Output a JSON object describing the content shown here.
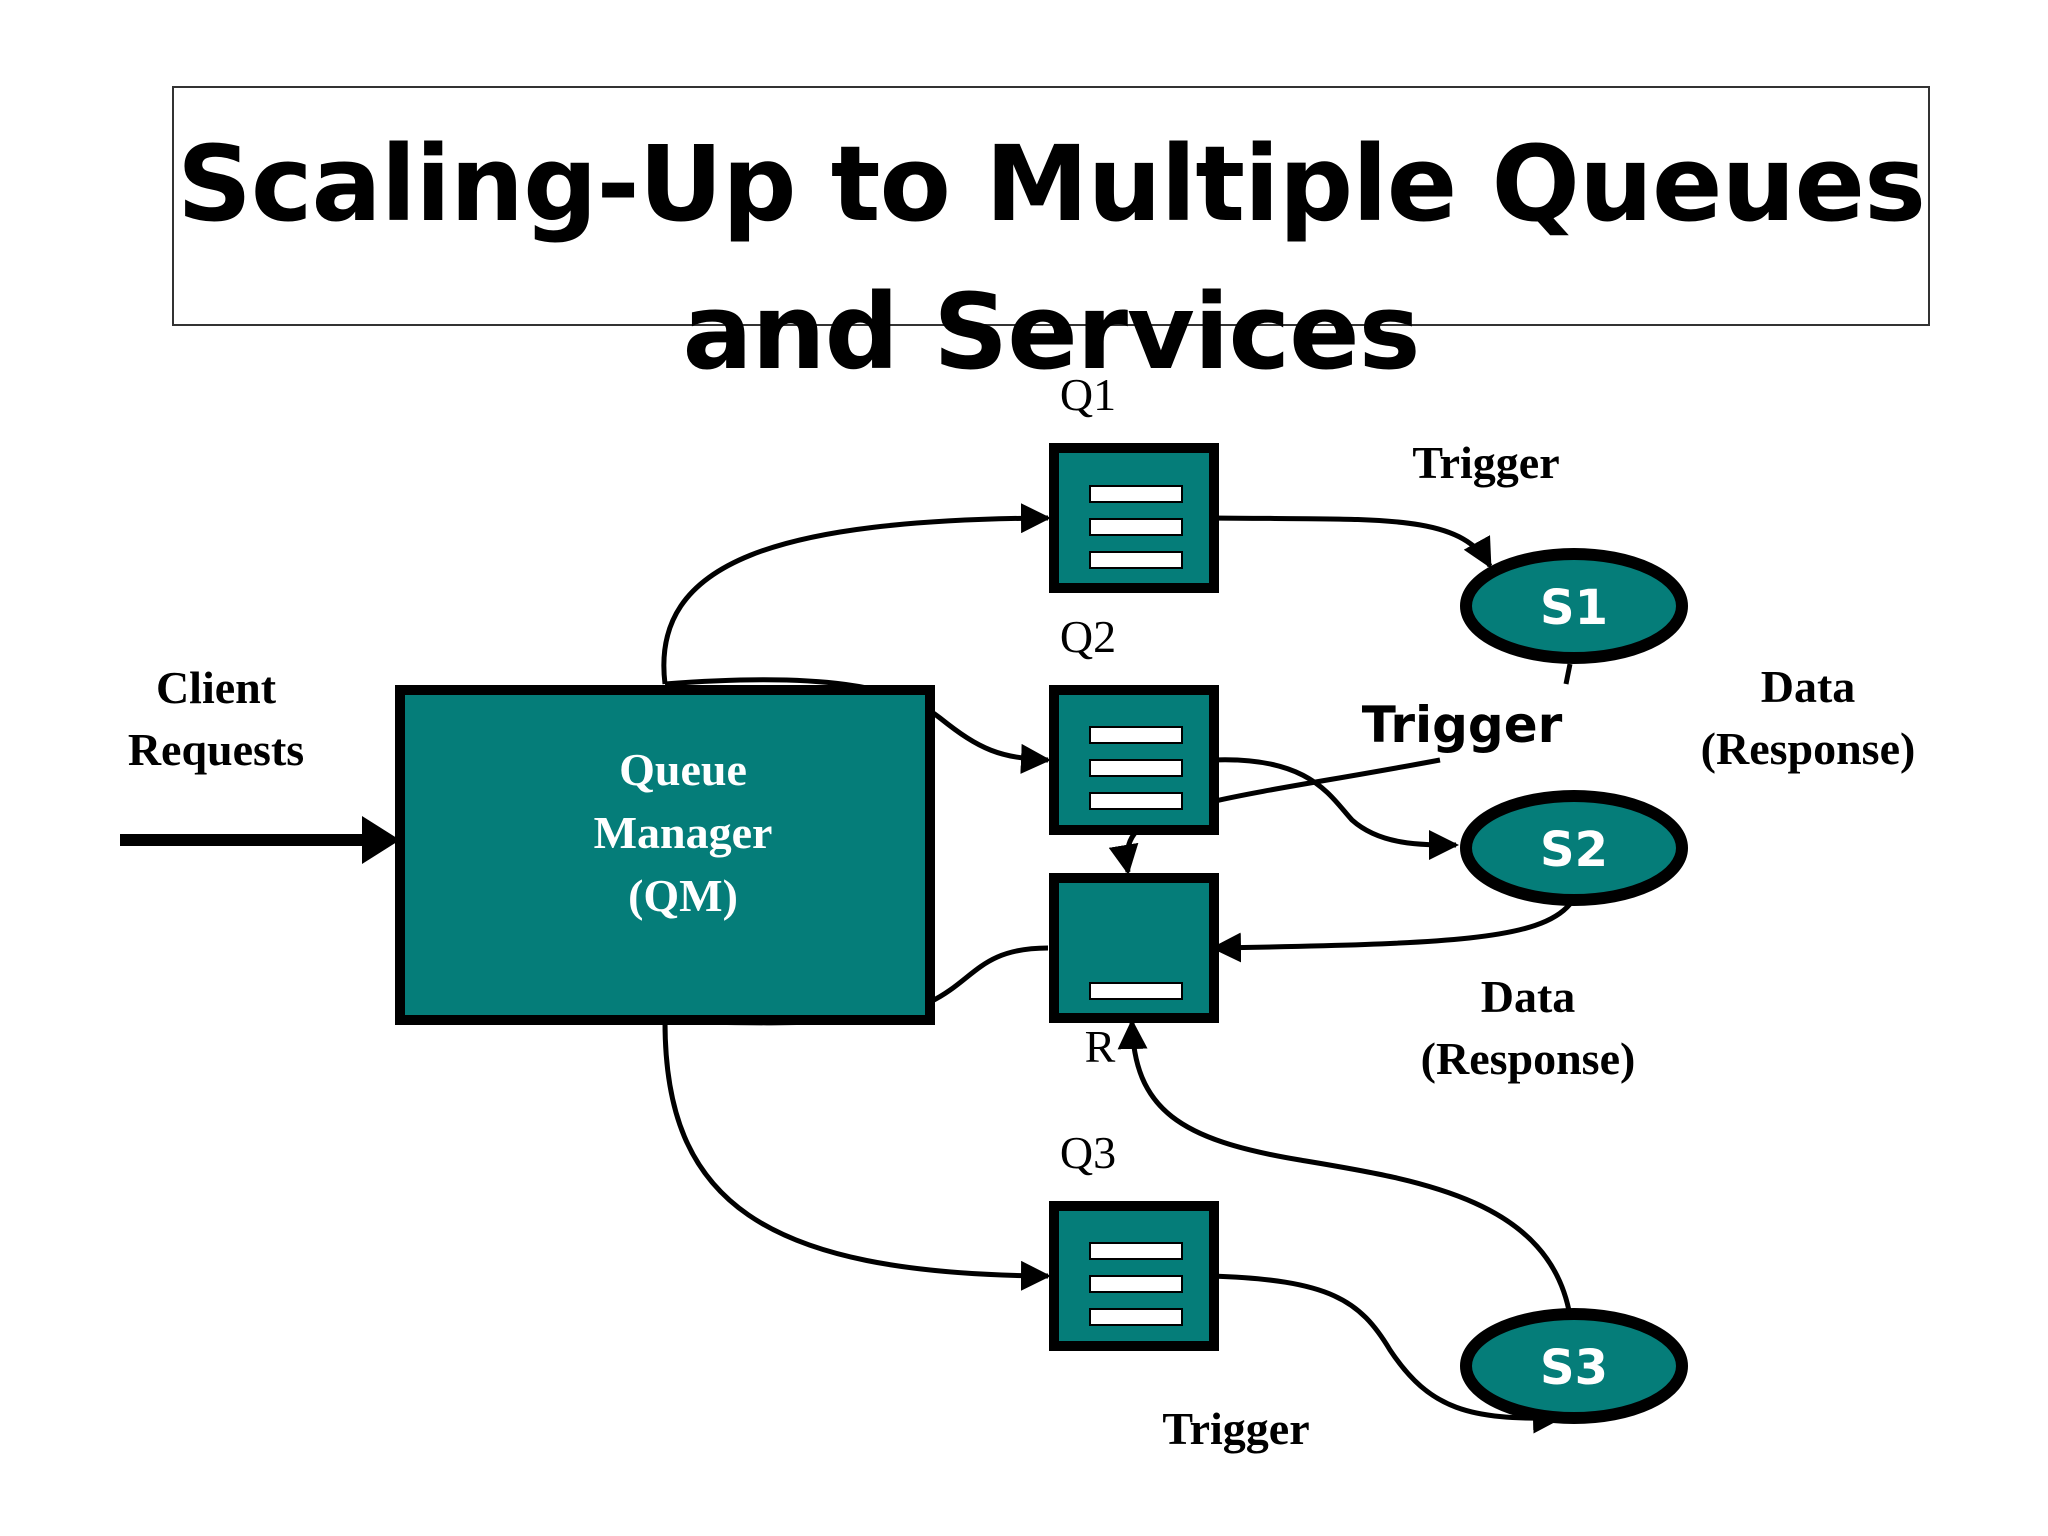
{
  "title": "Scaling-Up to Multiple Queues and Services",
  "colors": {
    "teal": "#057d79",
    "ink": "#000000",
    "slot": "#ffffff"
  },
  "client_requests": [
    "Client",
    "Requests"
  ],
  "queue_manager": [
    "Queue",
    "Manager",
    "(QM)"
  ],
  "queues": {
    "q1": "Q1",
    "q2": "Q2",
    "q3": "Q3",
    "r": "R"
  },
  "services": {
    "s1": "S1",
    "s2": "S2",
    "s3": "S3"
  },
  "triggers": {
    "top": "Trigger",
    "middle": "Trigger",
    "bottom": "Trigger"
  },
  "data_response_right": [
    "Data",
    "(Response)"
  ],
  "data_response_mid": [
    "Data",
    "(Response)"
  ]
}
